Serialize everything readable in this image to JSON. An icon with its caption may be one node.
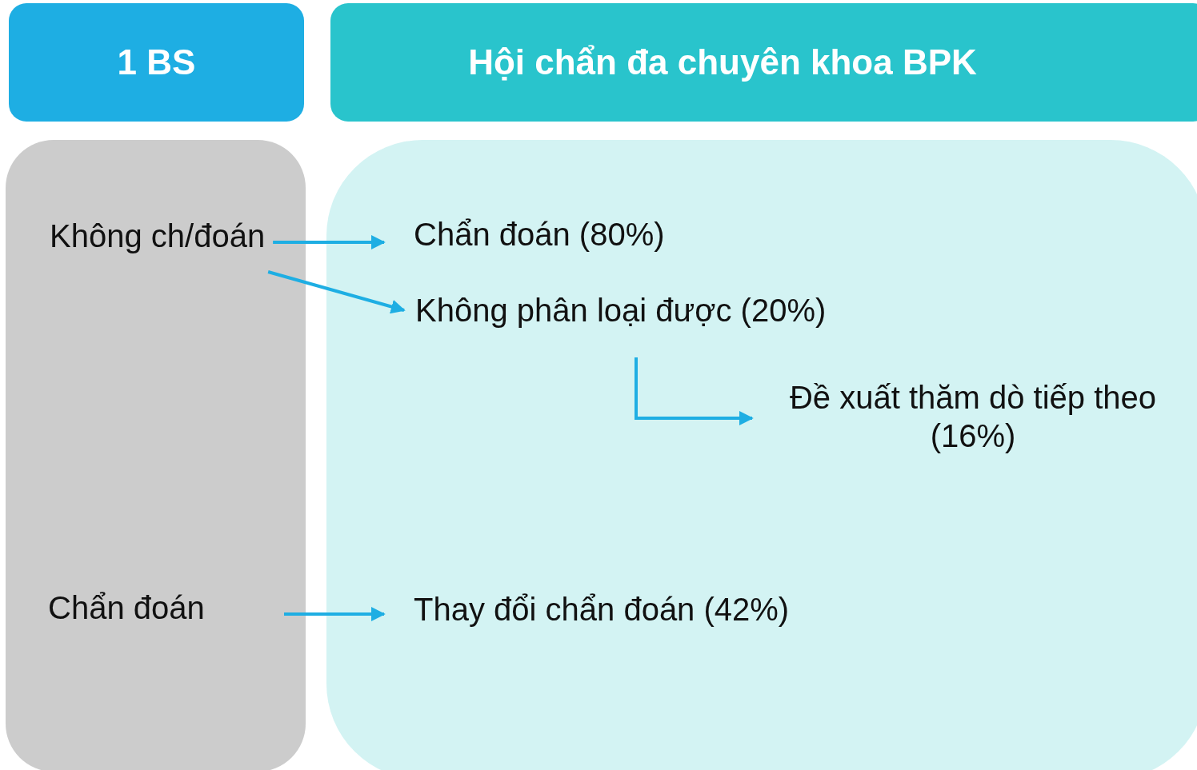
{
  "diagram": {
    "nodes": [
      {
        "text": [
          "1 BS"
        ]
      },
      {
        "text": [
          "Hội chẩn đa chuyên khoa BPK"
        ]
      },
      {
        "text": [],
        "shape": "box"
      },
      {
        "text": [
          "Không ch/đoán"
        ],
        "in": 2
      },
      {
        "text": [
          "Chẩn đoán"
        ],
        "in": 2
      },
      {
        "text": [],
        "shape": "box"
      },
      {
        "text": [
          "Chẩn đoán (80%)"
        ],
        "in": 5
      },
      {
        "text": [
          "Không phân loại được (20%)"
        ],
        "in": 5
      },
      {
        "text": [
          "Đề xuất thăm dò tiếp theo (16%)"
        ],
        "in": 5
      },
      {
        "text": [
          "Thay đổi chẩn đoán (42%)"
        ],
        "in": 5
      }
    ],
    "edges": [
      {
        "from": 3,
        "to": 6,
        "arrow": "to"
      },
      {
        "from": 3,
        "to": 7,
        "arrow": "to"
      },
      {
        "from": 7,
        "to": 8,
        "arrow": "to"
      },
      {
        "from": 4,
        "to": 9,
        "arrow": "to"
      }
    ]
  }
}
